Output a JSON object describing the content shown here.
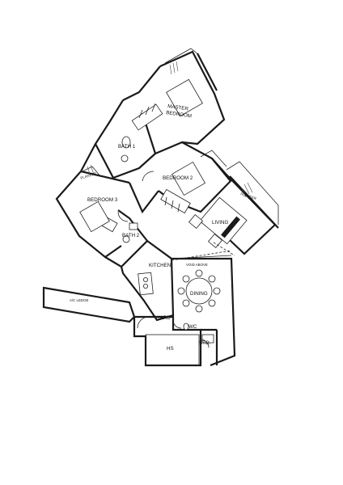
{
  "labels": {
    "master_bedroom_line1": "MASTER",
    "master_bedroom_line2": "BEDROOM",
    "bath1": "BATH 1",
    "planter_left": "PLANTER",
    "planter_right": "PLANTER",
    "bedroom2": "BEDROOM 2",
    "bedroom3": "BEDROOM 3",
    "living": "LIVING",
    "bath2": "BATH 2",
    "kitchen": "KITCHEN",
    "void_above": "VOID ABOVE",
    "dining": "DINING",
    "ac_ledge": "A/C LEDGE",
    "yard": "YARD",
    "wc": "WC",
    "hs": "HS",
    "store": "STO."
  }
}
